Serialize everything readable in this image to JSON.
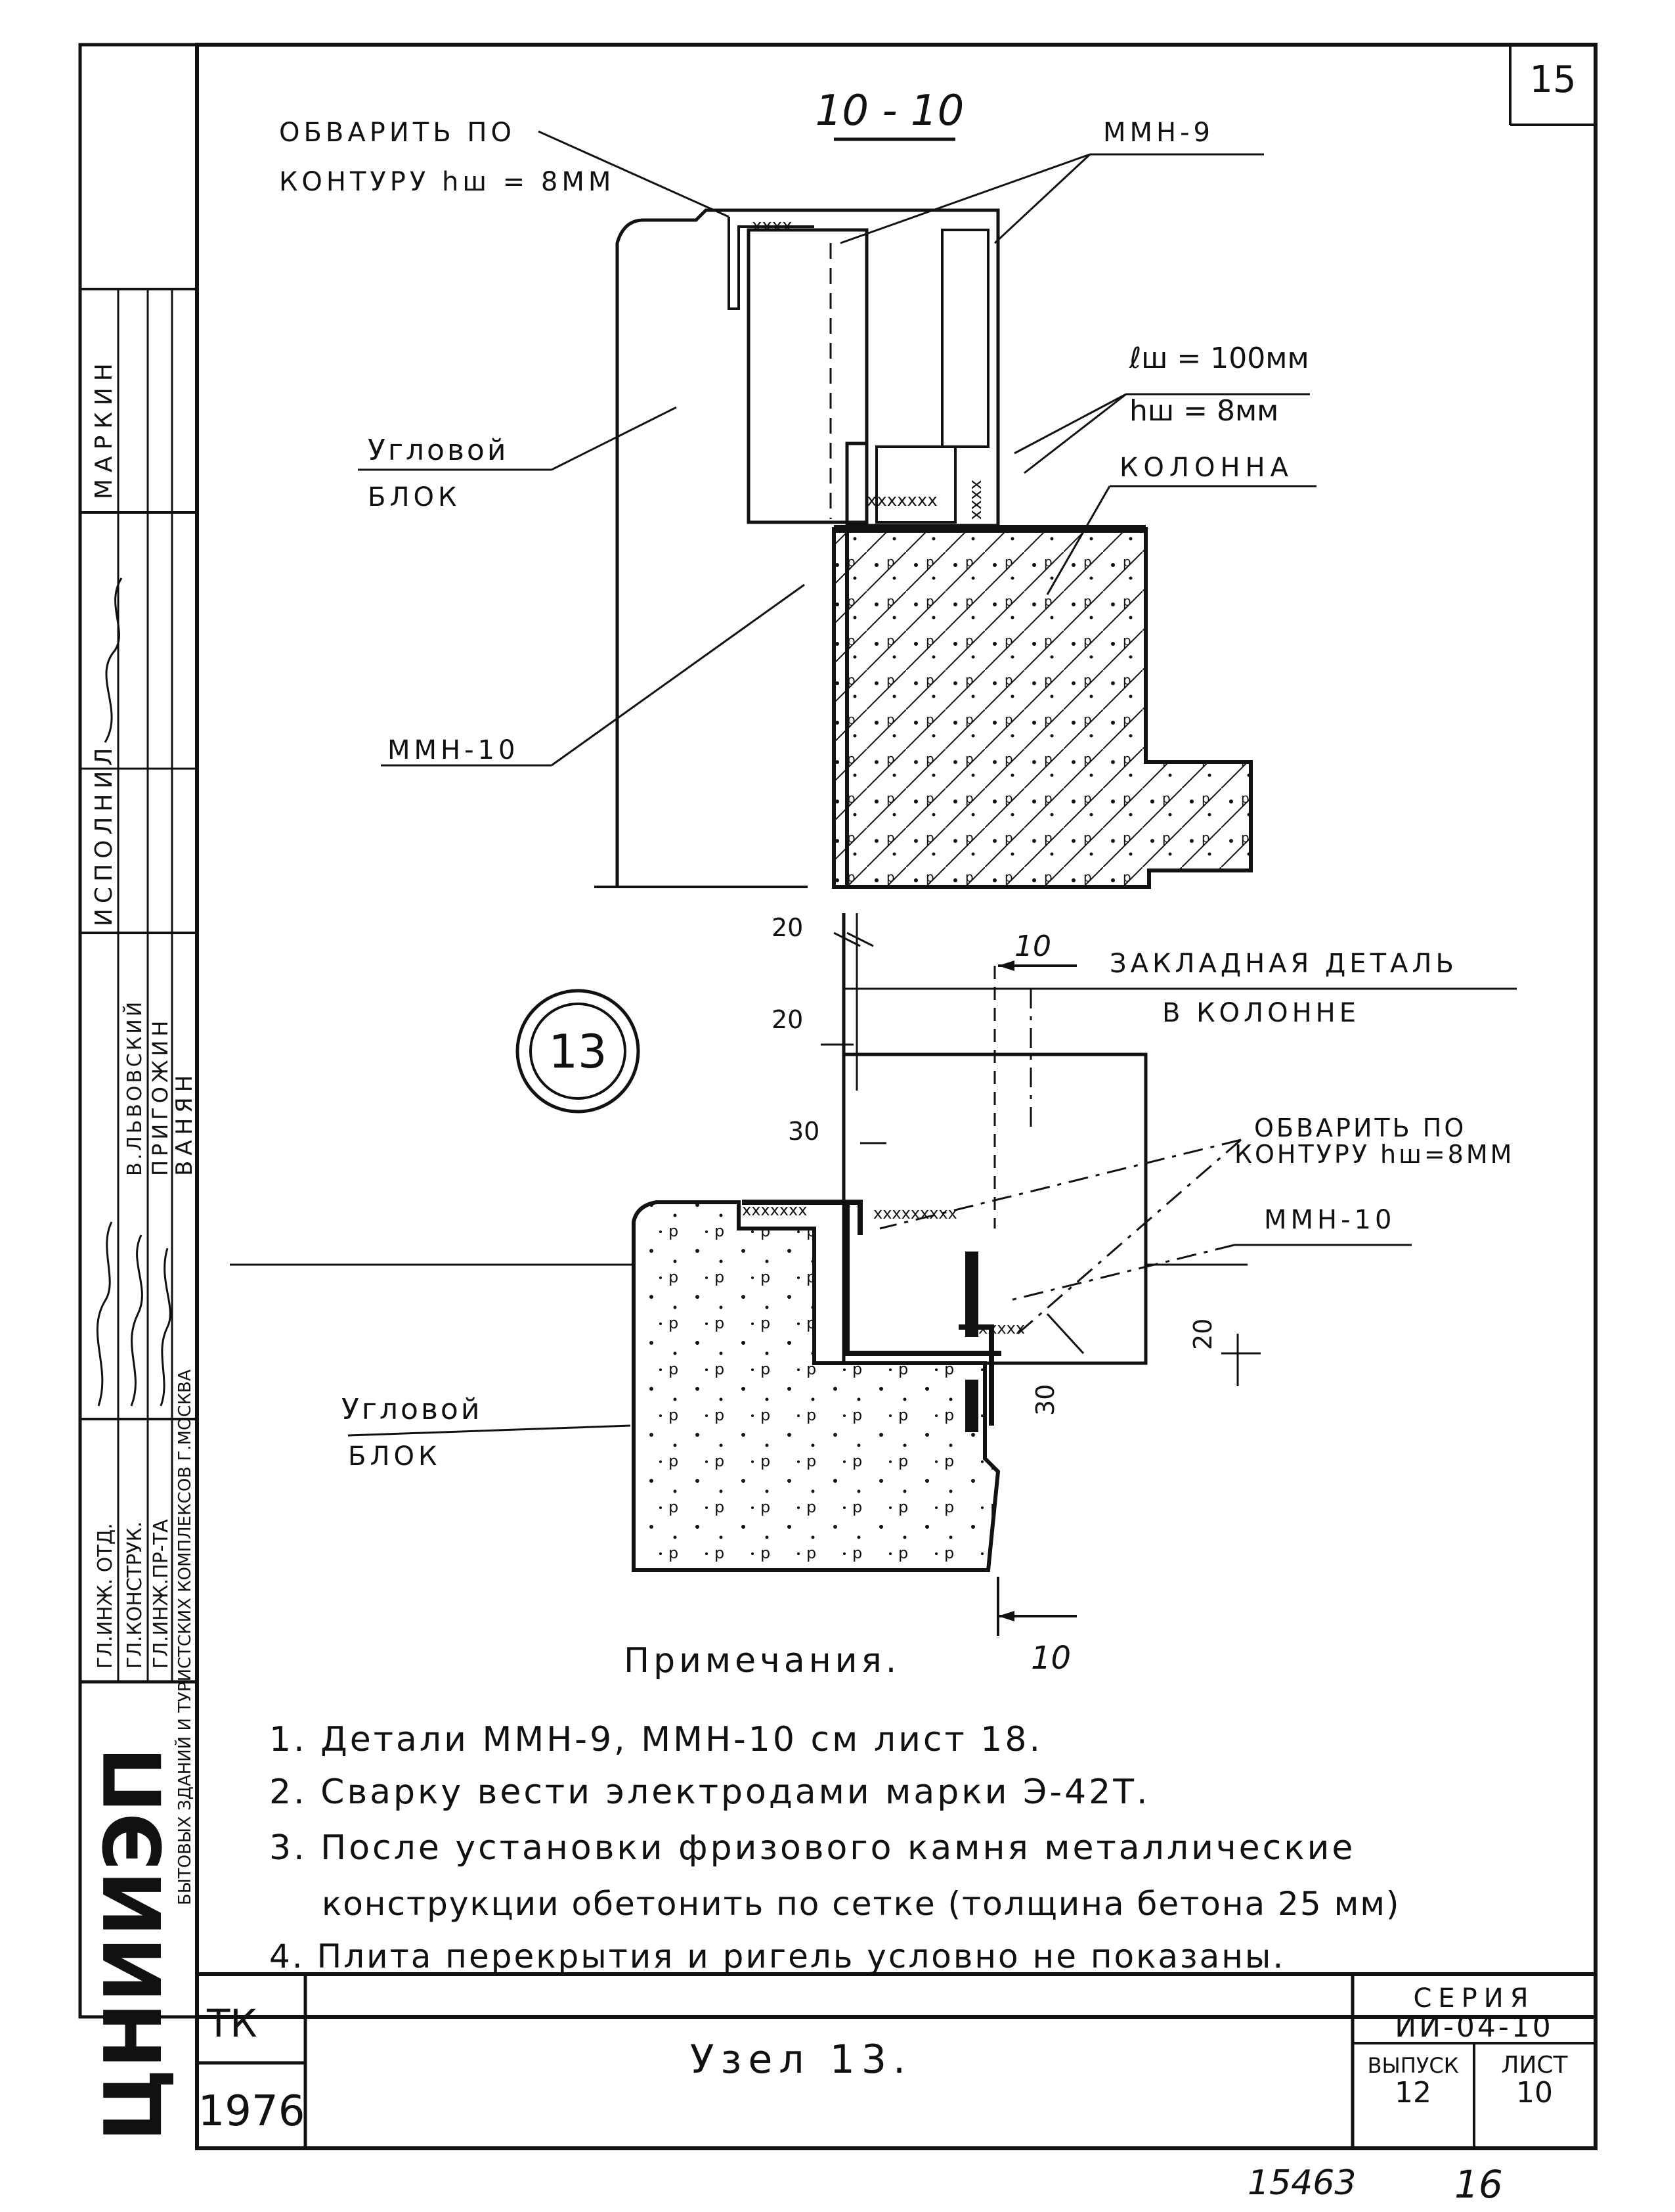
{
  "sheet_number": "15",
  "section_label": "10 - 10",
  "top_view": {
    "weld_note_line1": "ОБВАРИТЬ ПО",
    "weld_note_line2": "КОНТУРУ hш = 8ММ",
    "part_mmn9": "ММН-9",
    "weld_len": "ℓш = 100мм",
    "weld_h": "hш = 8мм",
    "column": "КОЛОННА",
    "corner_block_line1": "Угловой",
    "corner_block_line2": "БЛОК",
    "part_mmn10": "ММН-10"
  },
  "node_badge": "13",
  "bottom_view": {
    "dim_20_a": "20",
    "dim_20_b": "20",
    "dim_10_top": "10",
    "dim_30_a": "30",
    "dim_30_b": "30",
    "dim_20_side": "20",
    "dim_10_bottom": "10",
    "embedded_line1": "ЗАКЛАДНАЯ ДЕТАЛЬ",
    "embedded_line2": "В КОЛОННЕ",
    "weld_note_line1": "ОБВАРИТЬ ПО",
    "weld_note_line2": "КОНТУРУ hш=8ММ",
    "part_mmn10": "ММН-10",
    "corner_block_line1": "Угловой",
    "corner_block_line2": "БЛОК"
  },
  "notes": {
    "title": "Примечания.",
    "items": [
      "1. Детали ММН-9, ММН-10 см лист 18.",
      "2. Сварку вести электродами марки Э-42Т.",
      "3. После установки фризового камня металлические",
      "конструкции обетонить по сетке (толщина бетона 25 мм)",
      "4. Плита перекрытия и ригель условно не показаны."
    ]
  },
  "title_block": {
    "tk": "ТК",
    "year": "1976",
    "title": "Узел 13.",
    "series_label": "СЕРИЯ",
    "series_value": "ИИ-04-10",
    "issue_label": "ВЫПУСК",
    "issue_value": "12",
    "sheet_label": "ЛИСТ",
    "sheet_value": "10"
  },
  "side_stamp": {
    "org": "ЦНИИЭП",
    "org_desc": "БЫТОВЫХ ЗДАНИЙ И ТУРИСТСКИХ КОМПЛЕКСОВ Г.МОСКВА",
    "roles": [
      "ГЛ.ИНЖ. ОТД.",
      "ГЛ.КОНСТРУК.",
      "ГЛ.ИНЖ.ПР-ТА",
      "ИСПОЛНИЛ"
    ],
    "names": [
      "В.ЛЬВОВСКИЙ",
      "ПРИГОЖИН",
      "ВАНЯН",
      "МАРКИН"
    ]
  },
  "footer": {
    "number": "15463",
    "page": "16"
  }
}
